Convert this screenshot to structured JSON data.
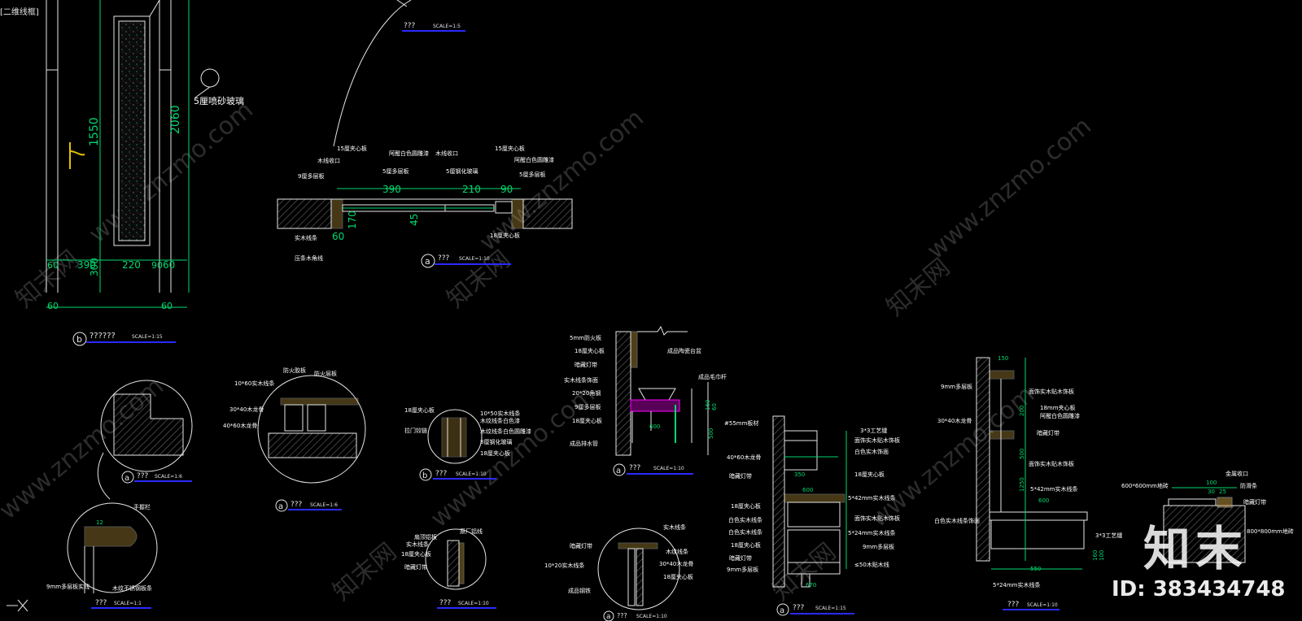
{
  "viewport_label": "[二维线框]",
  "watermark": {
    "site": "www.znzmo.com",
    "brand": "知末网",
    "logo": "知末",
    "id": "ID: 383434748"
  },
  "colors": {
    "background": "#000000",
    "line": "#e6e6e6",
    "dim": "#00d86e",
    "note": "#ffffff",
    "title_underline": "#2a2aff",
    "hatch": "#6a6a6a",
    "magenta": "#ff00ff",
    "wood": "#c8a040",
    "handle": "#e5c100"
  },
  "door_elevation": {
    "note": "5厘喷砂玻璃",
    "dims_vertical": [
      "1550",
      "2060",
      "300"
    ],
    "dims_bottom": [
      "60",
      "390",
      "220",
      "90",
      "60",
      "60",
      "60"
    ],
    "tag": "b",
    "title": "??????",
    "scale": "SCALE=1:15"
  },
  "top_detail": {
    "title": "???",
    "scale": "SCALE=1:5"
  },
  "door_section": {
    "labels_top": [
      "15厘夹心板",
      "阿醒白色圆雕漆",
      "木线收口",
      "15厘夹心板",
      "阿醒白色圆雕漆"
    ],
    "labels_left": [
      "木线收口",
      "9厘多层板"
    ],
    "labels_mid": [
      "5厘多层板",
      "5厘钢化玻璃",
      "5厘多层板"
    ],
    "labels_bottom_left": [
      "实木线条",
      "压条木角线"
    ],
    "label_right_bottom": "18厘夹心板",
    "dims": [
      "390",
      "210",
      "90",
      "170",
      "45",
      "60"
    ],
    "tag": "a",
    "title": "???",
    "scale": "SCALE=1:10"
  },
  "corner_detail": {
    "tag": "a",
    "title": "???",
    "scale": "SCALE=1:6"
  },
  "handrail_detail": {
    "label_top": "手握栏",
    "dim": "12",
    "label_left": "9mm多层板实线",
    "label_bottom": "木纹不锈钢板条",
    "title": "???",
    "scale": "SCALE=1:1"
  },
  "counter_detail": {
    "labels": [
      "防火胶板",
      "防火层板",
      "10*60实木线条",
      "30*40木龙骨",
      "40*60木龙骨"
    ],
    "tag": "a",
    "title": "???",
    "scale": "SCALE=1:6"
  },
  "small_detail_b": {
    "labels": [
      "18厘夹心板",
      "10*50实木线条",
      "木纹线条白色漆",
      "拉门铰链",
      "木纹线条白色圆雕漆",
      "8厘钢化玻璃",
      "18厘夹心板"
    ],
    "tag": "b",
    "title": "???",
    "scale": "SCALE=1:10"
  },
  "small_detail_c": {
    "labels": [
      "扇顶铝板",
      "原厂铝线",
      "实木线条",
      "18厘夹心板",
      "暗藏灯带"
    ],
    "title": "???",
    "scale": "SCALE=1:10"
  },
  "basin_section": {
    "labels_left": [
      "5mm防火板",
      "18厘夹心板",
      "暗藏灯带",
      "实木线条饰面",
      "20*20角钢",
      "9厘多层板",
      "18厘夹心板",
      "成品排水管"
    ],
    "labels_right": [
      "成品陶瓷台盆",
      "成品毛巾杆"
    ],
    "dims": [
      "600",
      "160",
      "60",
      "500"
    ],
    "tag": "a",
    "title": "???",
    "scale": "SCALE=1:10"
  },
  "mirror_detail": {
    "labels": [
      "暗藏灯带",
      "10*20实木线条",
      "成品钢铁",
      "实木线条",
      "30*40木龙骨",
      "18厘夹心板",
      "木纹线条"
    ],
    "tag": "a",
    "title": "???",
    "scale": "SCALE=1:10"
  },
  "cabinet_section": {
    "labels_left": [
      "#55mm板材",
      "40*60木龙骨",
      "暗藏灯带",
      "18厘夹心板",
      "白色实木线条",
      "白色实木线条",
      "18厘夹心板",
      "暗藏灯带",
      "9mm多层板"
    ],
    "labels_right": [
      "3*3工艺缝",
      "面饰实木贴木饰板",
      "白色实木饰面",
      "18厘夹心板",
      "5*42mm实木线条",
      "面饰实木贴木饰板",
      "5*24mm实木线条",
      "9mm多层板",
      "≤50木贴木线"
    ],
    "dims": [
      "350",
      "600",
      "670"
    ],
    "tag": "a",
    "title": "???",
    "scale": "SCALE=1:15"
  },
  "wall_section": {
    "labels_left": [
      "9mm多层板",
      "30*40木龙骨",
      "白色实木线条饰面"
    ],
    "labels_right": [
      "面饰实木贴木饰板",
      "18mm夹心板",
      "阿醒白色圆雕漆",
      "暗藏灯带",
      "面饰实木贴木饰板",
      "5*42mm实木线条",
      "3*3工艺缝"
    ],
    "label_bottom": "5*24mm实木线条",
    "dims": [
      "150",
      "200",
      "500",
      "1250",
      "600",
      "550",
      "160",
      "100"
    ],
    "title": "???",
    "scale": "SCALE=1:10"
  },
  "tile_section": {
    "labels": [
      "600*600mm地砖",
      "金属收口",
      "防滑条",
      "暗藏灯带",
      "800*800mm地砖"
    ],
    "dims": [
      "100",
      "30",
      "25"
    ]
  }
}
